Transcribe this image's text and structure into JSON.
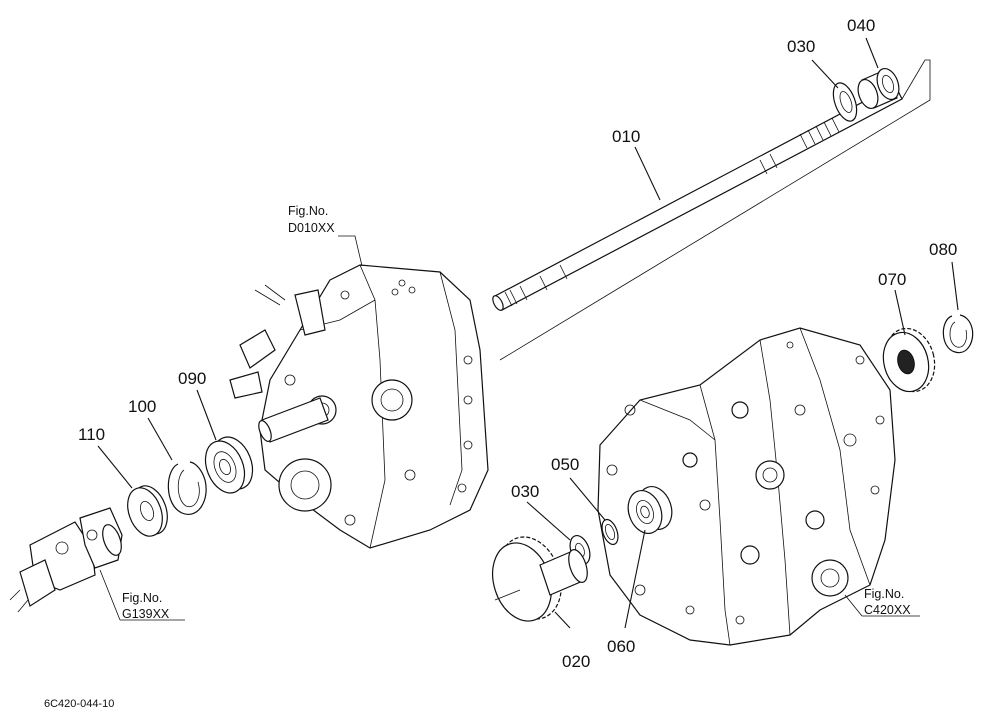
{
  "callouts": [
    {
      "id": "010",
      "label": "010"
    },
    {
      "id": "020",
      "label": "020"
    },
    {
      "id": "030a",
      "label": "030"
    },
    {
      "id": "030b",
      "label": "030"
    },
    {
      "id": "040",
      "label": "040"
    },
    {
      "id": "050",
      "label": "050"
    },
    {
      "id": "060",
      "label": "060"
    },
    {
      "id": "070",
      "label": "070"
    },
    {
      "id": "080",
      "label": "080"
    },
    {
      "id": "090",
      "label": "090"
    },
    {
      "id": "100",
      "label": "100"
    },
    {
      "id": "110",
      "label": "110"
    }
  ],
  "figure_refs": [
    {
      "id": "d010",
      "line1": "Fig.No.",
      "line2": "D010XX"
    },
    {
      "id": "g139",
      "line1": "Fig.No.",
      "line2": "G139XX"
    },
    {
      "id": "c420",
      "line1": "Fig.No.",
      "line2": "C420XX"
    }
  ],
  "footer_code": "6C420-044-10"
}
